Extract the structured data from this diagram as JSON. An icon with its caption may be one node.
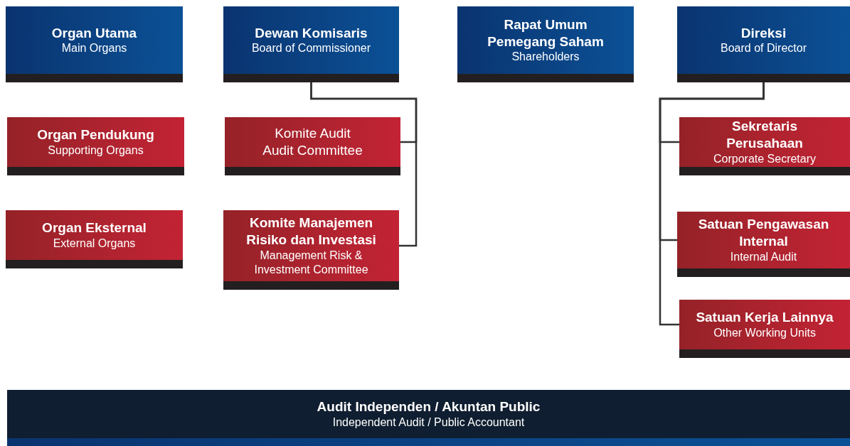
{
  "diagram": {
    "nodes": [
      {
        "text": [
          "Organ Utama",
          "Main Organs"
        ]
      },
      {
        "text": [
          "Dewan Komisaris",
          "Board of Commissioner"
        ]
      },
      {
        "text": [
          "Rapat Umum Pemegang Saham",
          "Shareholders"
        ]
      },
      {
        "text": [
          "Direksi",
          "Board of Director"
        ]
      },
      {
        "text": [
          "Organ Pendukung",
          "Supporting Organs"
        ]
      },
      {
        "text": [
          "Komite Audit",
          "Audit Committee"
        ]
      },
      {
        "text": [
          "Sekretaris Perusahaan",
          "Corporate Secretary"
        ]
      },
      {
        "text": [
          "Organ Eksternal",
          "External Organs"
        ]
      },
      {
        "text": [
          "Komite Manajemen Risiko dan Investasi",
          "Management Risk & Investment Committee"
        ]
      },
      {
        "text": [
          "Satuan Pengawasan Internal",
          "Internal Audit"
        ]
      },
      {
        "text": [
          "Satuan Kerja Lainnya",
          "Other Working Units"
        ]
      },
      {
        "text": [
          "Audit Independen / Akuntan Public",
          "Independent Audit / Public Accountant"
        ]
      }
    ],
    "edges": [
      {
        "from": 1,
        "to": 5,
        "arrow": "none"
      },
      {
        "from": 1,
        "to": 8,
        "arrow": "none"
      },
      {
        "from": 3,
        "to": 6,
        "arrow": "none"
      },
      {
        "from": 3,
        "to": 9,
        "arrow": "none"
      },
      {
        "from": 3,
        "to": 10,
        "arrow": "none"
      }
    ]
  }
}
